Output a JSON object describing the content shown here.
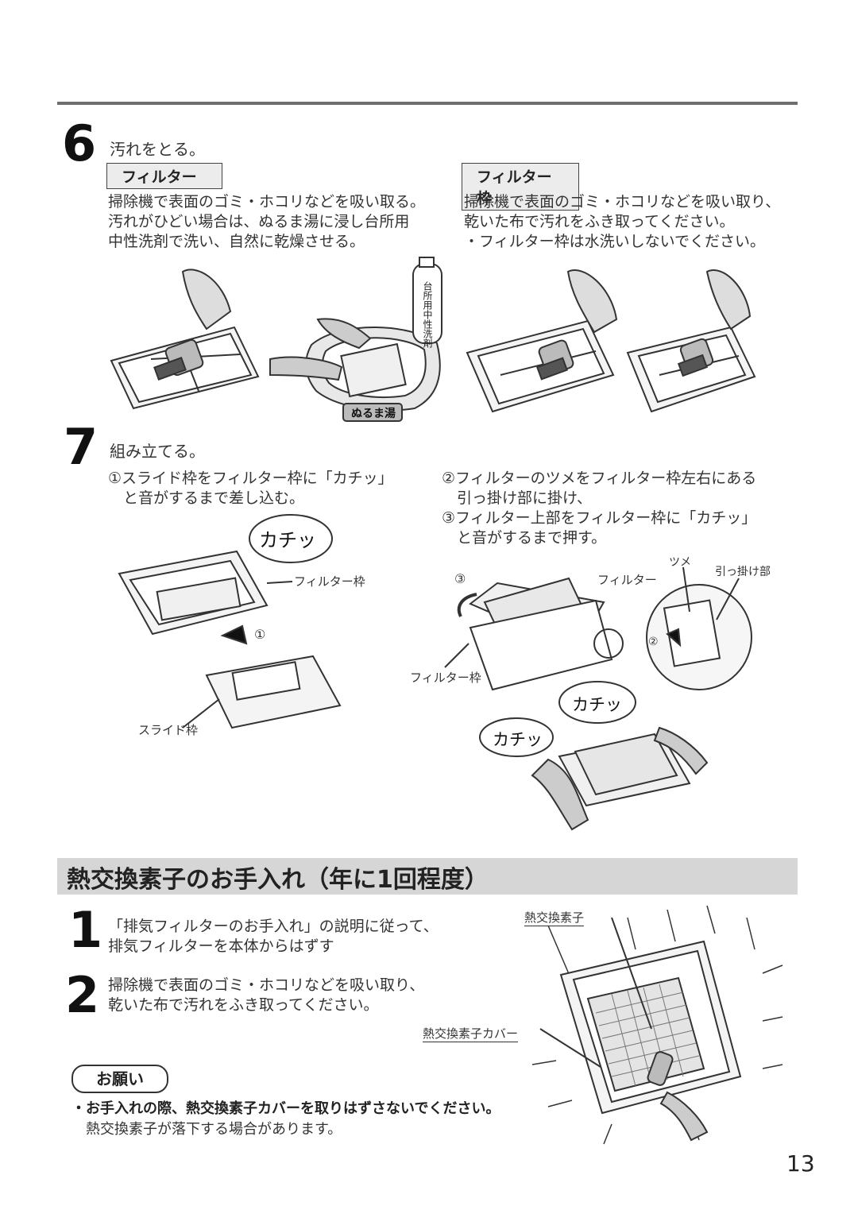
{
  "step6": {
    "number": "6",
    "title": "汚れをとる。",
    "filter": {
      "label": "フィルター",
      "text": "掃除機で表面のゴミ・ホコリなどを吸い取る。\n汚れがひどい場合は、ぬるま湯に浸し台所用\n中性洗剤で洗い、自然に乾燥させる。",
      "bottle_text": "台所用中性洗剤",
      "basin_text": "ぬるま湯"
    },
    "frame": {
      "label": "フィルター枠",
      "text": "掃除機で表面のゴミ・ホコリなどを吸い取り、\n乾いた布で汚れをふき取ってください。\n・フィルター枠は水洗いしないでください。"
    }
  },
  "step7": {
    "number": "7",
    "title": "組み立てる。",
    "left_text": "①スライド枠をフィルター枠に「カチッ」\n　と音がするまで差し込む。",
    "right_text": "②フィルターのツメをフィルター枠左右にある\n　引っ掛け部に掛け、\n③フィルター上部をフィルター枠に「カチッ」\n　と音がするまで押す。",
    "labels": {
      "click": "カチッ",
      "filter_frame": "フィルター枠",
      "slide_frame": "スライド枠",
      "filter": "フィルター",
      "tsume": "ツメ",
      "hook": "引っ掛け部",
      "circle1": "①",
      "circle2": "②",
      "circle3": "③"
    }
  },
  "section": {
    "title": "熱交換素子のお手入れ（年に1回程度）",
    "step1_number": "1",
    "step1_text": "「排気フィルターのお手入れ」の説明に従って、\n排気フィルターを本体からはずす",
    "step2_number": "2",
    "step2_text": "掃除機で表面のゴミ・ホコリなどを吸い取り、\n乾いた布で汚れをふき取ってください。",
    "label_element": "熱交換素子",
    "label_cover": "熱交換素子カバー"
  },
  "notice": {
    "badge": "お願い",
    "bold_line": "・お手入れの際、熱交換素子カバーを取りはずさないでください。",
    "line": "熱交換素子が落下する場合があります。"
  },
  "page_number": "13"
}
